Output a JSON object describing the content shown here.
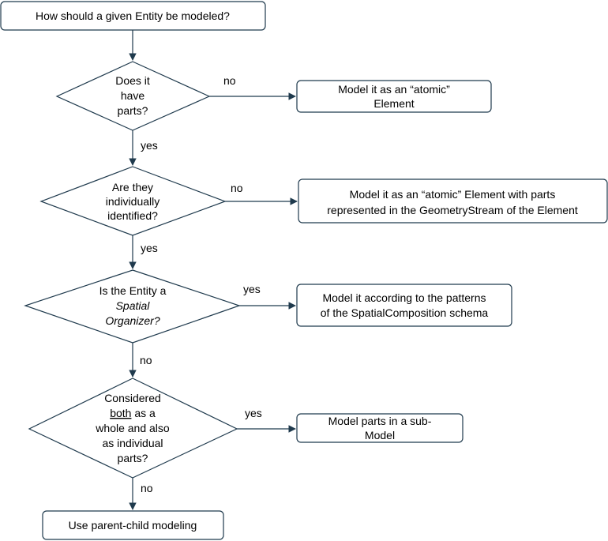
{
  "start": {
    "text": "How should a given Entity  be modeled?"
  },
  "decisions": [
    {
      "lines": [
        "Does it",
        "have",
        "parts?"
      ]
    },
    {
      "lines": [
        "Are they",
        "individually",
        "identified?"
      ]
    },
    {
      "lines": [
        "Is the Entity a",
        "Spatial",
        "Organizer?"
      ]
    },
    {
      "lines": [
        "Considered",
        "both as a",
        "whole and also",
        "as individual",
        "parts?"
      ]
    }
  ],
  "outcomes": [
    {
      "lines": [
        "Model it as an “atomic”",
        "Element"
      ]
    },
    {
      "lines": [
        "Model it as an “atomic” Element with parts",
        "represented in the  GeometryStream of the Element"
      ]
    },
    {
      "lines": [
        "Model it according to the patterns",
        "of the SpatialComposition schema"
      ]
    },
    {
      "lines": [
        "Model parts in a sub-",
        "Model"
      ]
    }
  ],
  "end": {
    "text": "Use parent-child modeling"
  },
  "edge_labels": {
    "d1_no": "no",
    "d1_yes": "yes",
    "d2_no": "no",
    "d2_yes": "yes",
    "d3_yes": "yes",
    "d3_no": "no",
    "d4_yes": "yes",
    "d4_no": "no"
  },
  "colors": {
    "stroke": "#1f3a4d",
    "text": "#000000",
    "background": "#ffffff"
  }
}
